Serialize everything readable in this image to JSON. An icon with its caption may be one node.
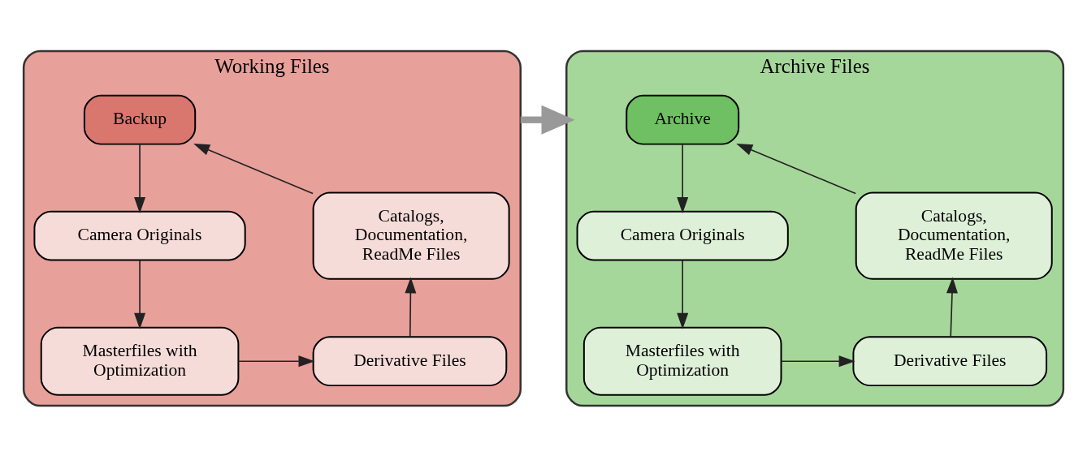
{
  "diagram": {
    "nodes": [
      {
        "text": [
          "Working Files"
        ]
      },
      {
        "text": [
          "Backup"
        ],
        "in": 0
      },
      {
        "text": [
          "Camera Originals"
        ],
        "in": 0
      },
      {
        "text": [
          "Masterfiles with Optimization"
        ],
        "in": 0
      },
      {
        "text": [
          "Derivative Files"
        ],
        "in": 0
      },
      {
        "text": [
          "Catalogs, Documentation, ReadMe Files"
        ],
        "in": 0
      },
      {
        "text": [
          "Archive Files"
        ]
      },
      {
        "text": [
          "Archive"
        ],
        "in": 6
      },
      {
        "text": [
          "Camera Originals"
        ],
        "in": 6
      },
      {
        "text": [
          "Masterfiles with Optimization"
        ],
        "in": 6
      },
      {
        "text": [
          "Derivative Files"
        ],
        "in": 6
      },
      {
        "text": [
          "Catalogs, Documentation, ReadMe Files"
        ],
        "in": 6
      }
    ],
    "edges": [
      {
        "from": 1,
        "to": 2,
        "arrow": "to"
      },
      {
        "from": 2,
        "to": 3,
        "arrow": "to"
      },
      {
        "from": 3,
        "to": 4,
        "arrow": "to"
      },
      {
        "from": 4,
        "to": 5,
        "arrow": "to"
      },
      {
        "from": 5,
        "to": 1,
        "arrow": "to"
      },
      {
        "from": 0,
        "to": 6,
        "arrow": "to",
        "style": "thick",
        "color": "#999999"
      },
      {
        "from": 7,
        "to": 8,
        "arrow": "to"
      },
      {
        "from": 8,
        "to": 9,
        "arrow": "to"
      },
      {
        "from": 9,
        "to": 10,
        "arrow": "to"
      },
      {
        "from": 10,
        "to": 11,
        "arrow": "to"
      },
      {
        "from": 11,
        "to": 7,
        "arrow": "to"
      }
    ]
  }
}
